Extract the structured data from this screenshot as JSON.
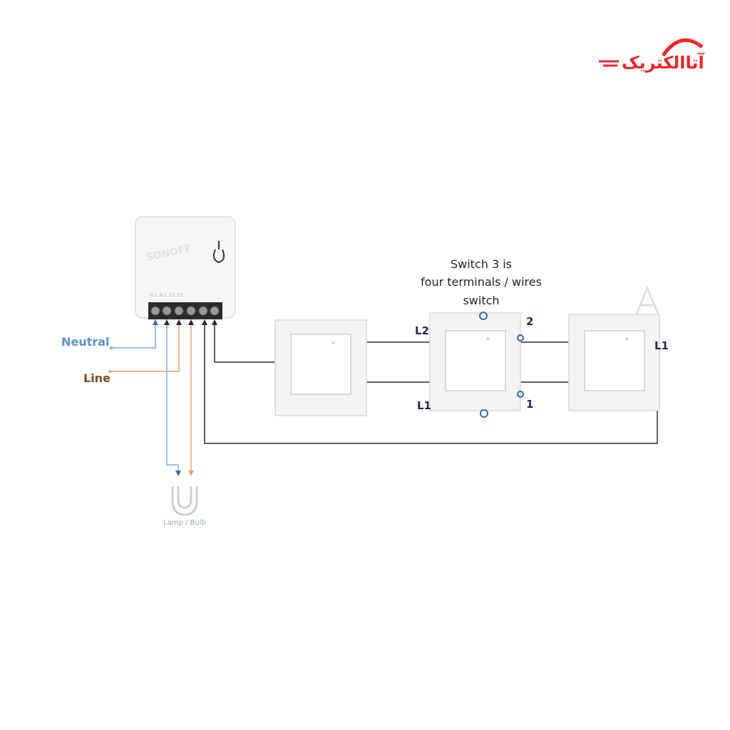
{
  "logo": {
    "text": "آتاالکتریک",
    "color": "#e8262b"
  },
  "device": {
    "brand": "SONOFF",
    "pins_text": "N  L  N  L  S1 S2"
  },
  "labels": {
    "neutral": "Neutral",
    "line": "Line",
    "lamp": "Lamp / Bulb",
    "switch3_line1": "Switch 3 is",
    "switch3_line2": "four terminals / wires",
    "switch3_line3": "switch",
    "t_L2": "L2",
    "t_2": "2",
    "t_L1": "L1",
    "t_1": "1",
    "t_right_L1": "L1"
  },
  "colors": {
    "neutral": "#5b93c6",
    "line": "#7a4a1e",
    "line_wire": "#e9a06b",
    "neutral_wire": "#7aaede",
    "wire": "#2b2b2b",
    "terminal_text": "#1d2a52"
  }
}
